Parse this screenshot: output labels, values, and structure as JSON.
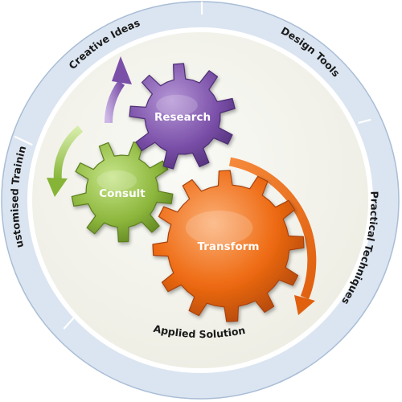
{
  "ring": {
    "segments": [
      {
        "key": "creative-ideas",
        "label": "Creative Ideas"
      },
      {
        "key": "design-tools",
        "label": "Design Tools"
      },
      {
        "key": "practical-techniques",
        "label": "Practical Techniques"
      },
      {
        "key": "applied-solution",
        "label": "Applied Solution"
      },
      {
        "key": "customised-training",
        "label": "Customised Training"
      }
    ]
  },
  "gears": {
    "research": {
      "label": "Research",
      "color": "#7a4fa8"
    },
    "consult": {
      "label": "Consult",
      "color": "#8cb63c"
    },
    "transform": {
      "label": "Transform",
      "color": "#ee6a12"
    }
  },
  "colors": {
    "ring_fill": "#dbe5f1",
    "ring_stroke": "#a9bdd6",
    "inner_fill": "#f3f3ec"
  }
}
